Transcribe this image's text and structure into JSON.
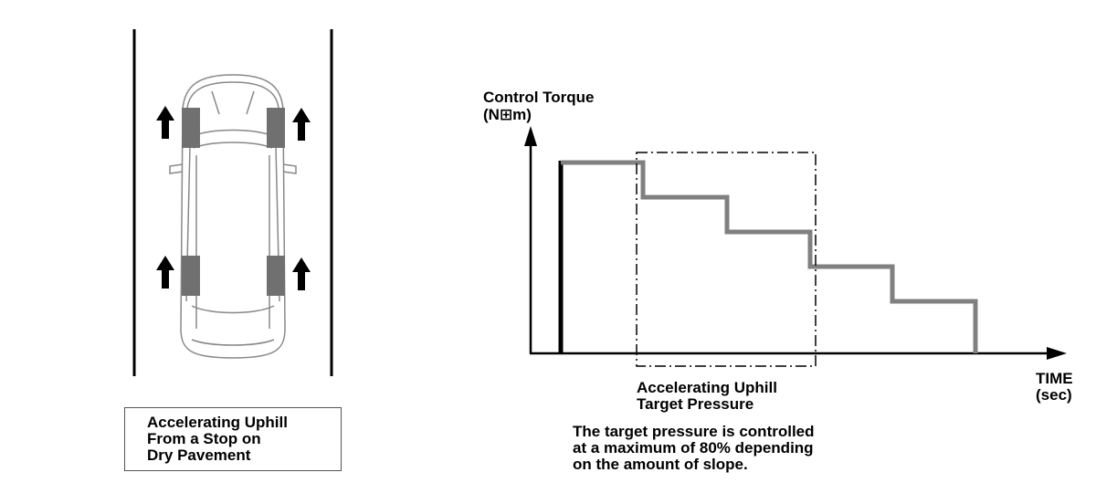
{
  "left_panel": {
    "caption_lines": [
      "Accelerating Uphill",
      "From a Stop on",
      "Dry Pavement"
    ]
  },
  "graph": {
    "y_axis_title_line1": "Control Torque",
    "y_axis_title_line2": "(N⊞m)",
    "x_axis_title_line1": "TIME",
    "x_axis_title_line2": "(sec)",
    "box_label_line1": "Accelerating Uphill",
    "box_label_line2": "Target Pressure",
    "note_lines": [
      "The target pressure is controlled",
      "at a maximum of 80% depending",
      "on the amount of slope."
    ]
  },
  "colors": {
    "line": "#000000",
    "torque_trace": "#808080",
    "tire": "#707070",
    "car_outline": "#888888"
  }
}
